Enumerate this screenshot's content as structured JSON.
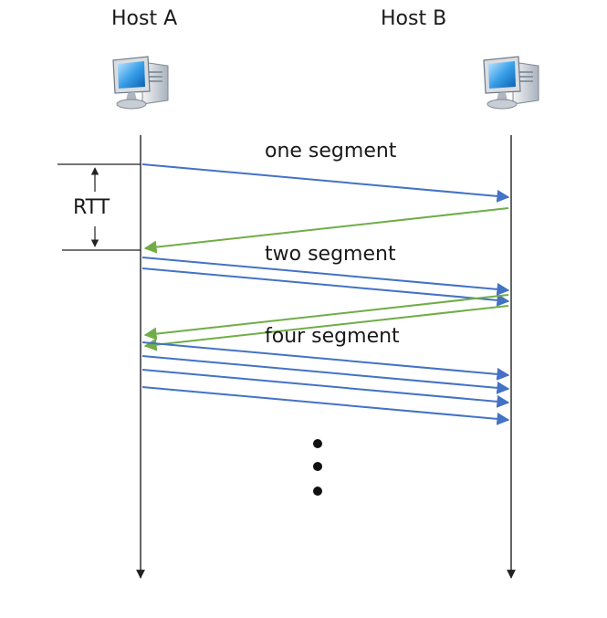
{
  "hosts": {
    "a": {
      "title": "Host A",
      "icon": "computer-icon"
    },
    "b": {
      "title": "Host B",
      "icon": "computer-icon"
    }
  },
  "rtt": {
    "label": "RTT"
  },
  "rounds": [
    {
      "label": "one segment",
      "segments": 1
    },
    {
      "label": "two segment",
      "segments": 2
    },
    {
      "label": "four segment",
      "segments": 4
    }
  ],
  "continuation": {
    "dots": 3,
    "icon": "vertical-ellipsis"
  },
  "colors": {
    "data_arrow": "#4472c4",
    "ack_arrow": "#70ad47",
    "timeline": "#222222",
    "text": "#1a1a1a"
  }
}
